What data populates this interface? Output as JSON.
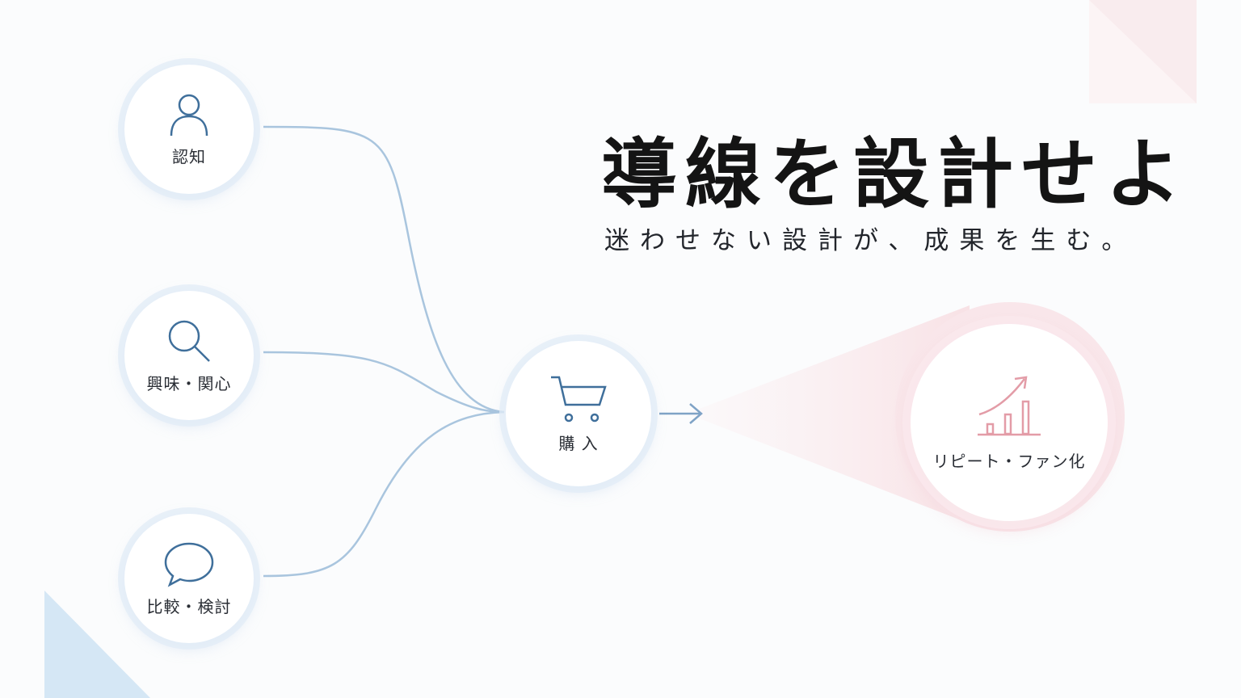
{
  "headline": {
    "title": "導線を設計せよ",
    "subtitle": "迷わせない設計が、成果を生む。"
  },
  "nodes": {
    "awareness": {
      "label": "認知",
      "icon": "person-icon"
    },
    "interest": {
      "label": "興味・関心",
      "icon": "search-icon"
    },
    "comparison": {
      "label": "比較・検討",
      "icon": "speech-bubble-icon"
    },
    "purchase": {
      "label": "購 入",
      "icon": "cart-icon"
    },
    "repeat": {
      "label": "リピート・ファン化",
      "icon": "growth-chart-icon"
    }
  },
  "colors": {
    "line_blue": "#a9c5de",
    "icon_blue": "#3f6f9b",
    "accent_pink": "#e7a5ae",
    "triangle_blue": "#d5e7f5",
    "triangle_pink": "#f7e0e4"
  }
}
